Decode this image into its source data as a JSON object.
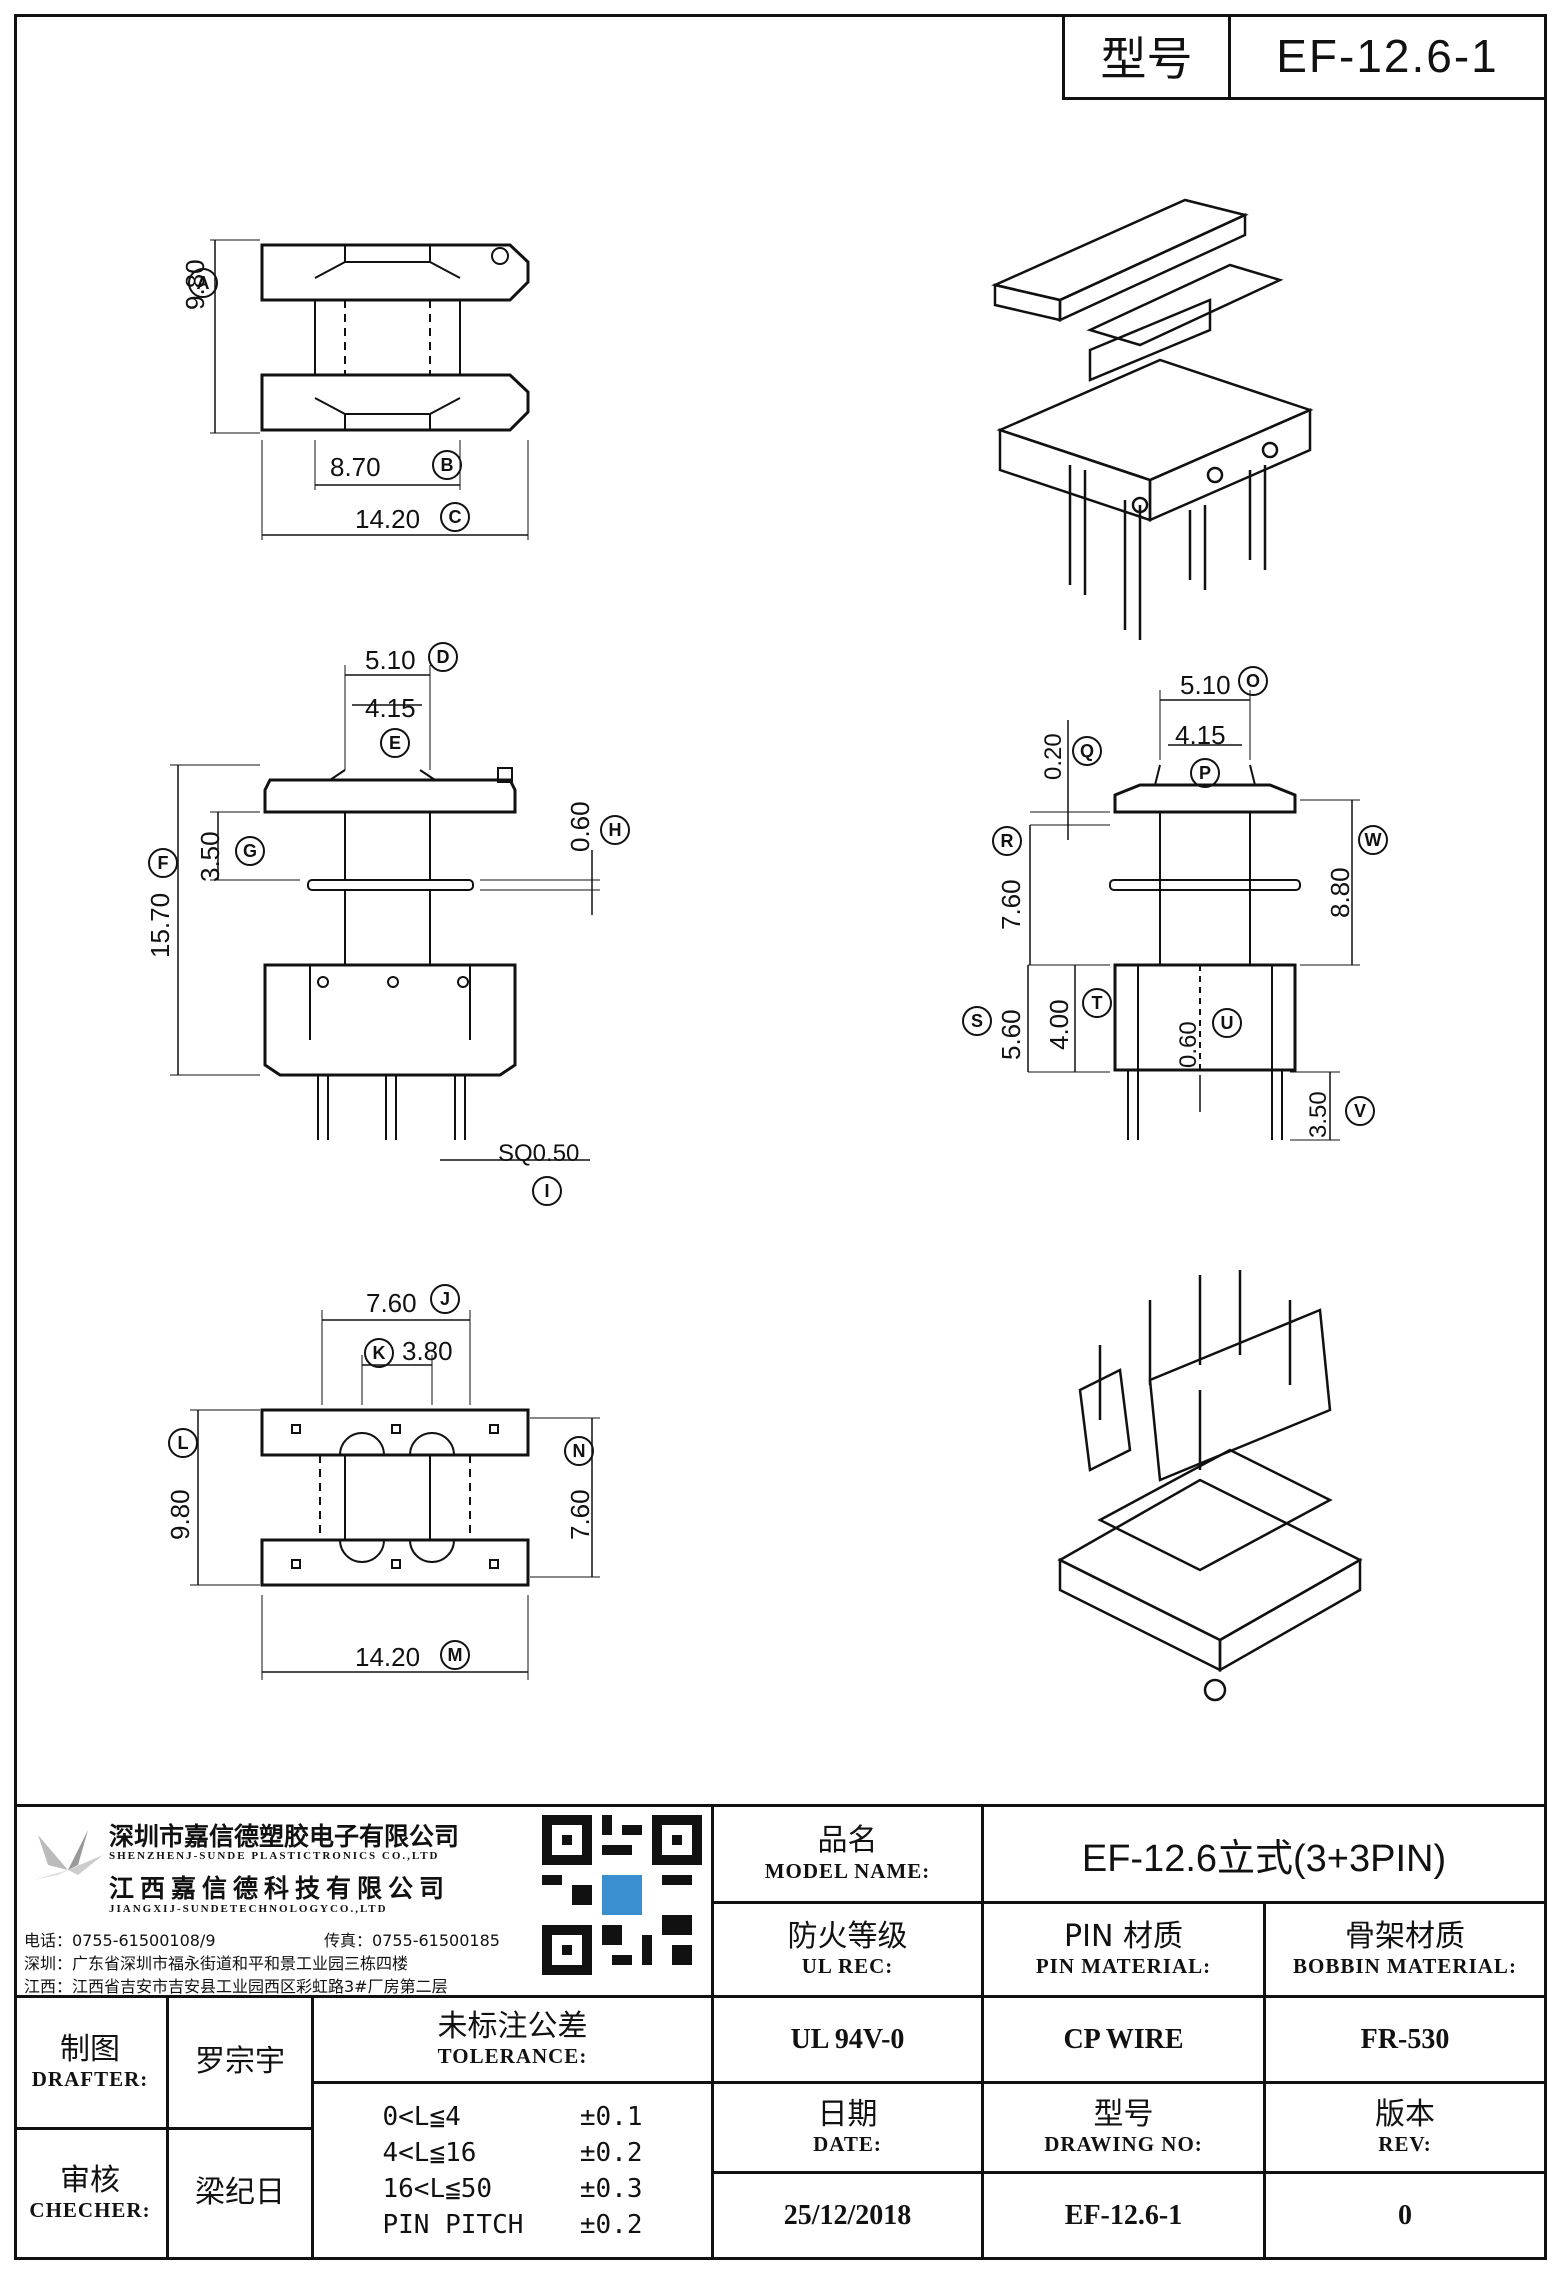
{
  "header": {
    "type_label": "型号",
    "type_value": "EF-12.6-1"
  },
  "dimensions": {
    "top_view": {
      "A": "9.80",
      "B": "8.70",
      "C": "14.20"
    },
    "front_view": {
      "D": "5.10",
      "E": "4.15",
      "F": "15.70",
      "G": "3.50",
      "H": "0.60",
      "I": "SQ0.50"
    },
    "side_view": {
      "O": "5.10",
      "P": "4.15",
      "Q": "0.20",
      "R": "7.60",
      "W": "8.80",
      "S": "5.60",
      "T": "4.00",
      "U": "0.60",
      "V": "3.50"
    },
    "bottom_view": {
      "J": "7.60",
      "K": "3.80",
      "L": "9.80",
      "N": "7.60",
      "M": "14.20"
    }
  },
  "company": {
    "name_cn_1": "深圳市嘉信德塑胶电子有限公司",
    "name_en_1": "SHENZHENJ-SUNDE PLASTICTRONICS CO.,LTD",
    "name_cn_2": "江西嘉信德科技有限公司",
    "name_en_2": "JIANGXIJ-SUNDETECHNOLOGYCO.,LTD",
    "phone": "电话：0755-61500108/9",
    "fax": "传真：0755-61500185",
    "addr_sz": "深圳：广东省深圳市福永街道和平和景工业园三栋四楼",
    "addr_jx": "江西：江西省吉安市吉安县工业园西区彩虹路3#厂房第二层"
  },
  "table": {
    "model_name_cn": "品名",
    "model_name_en": "MODEL NAME:",
    "model_name_value": "EF-12.6立式(3+3PIN)",
    "ul_cn": "防火等级",
    "ul_en": "UL REC:",
    "ul_value": "UL 94V-0",
    "pin_cn": "PIN 材质",
    "pin_en": "PIN MATERIAL:",
    "pin_value": "CP WIRE",
    "bobbin_cn": "骨架材质",
    "bobbin_en": "BOBBIN MATERIAL:",
    "bobbin_value": "FR-530",
    "drafter_cn": "制图",
    "drafter_en": "DRAFTER:",
    "drafter_value": "罗宗宇",
    "checker_cn": "审核",
    "checker_en": "CHECHER:",
    "checker_value": "梁纪日",
    "tolerance_cn": "未标注公差",
    "tolerance_en": "TOLERANCE:",
    "tolerances": [
      {
        "range": "0<L≦4",
        "value": "±0.1"
      },
      {
        "range": "4<L≦16",
        "value": "±0.2"
      },
      {
        "range": "16<L≦50",
        "value": "±0.3"
      },
      {
        "range": "PIN PITCH",
        "value": "±0.2"
      }
    ],
    "date_cn": "日期",
    "date_en": "DATE:",
    "date_value": "25/12/2018",
    "drawing_cn": "型号",
    "drawing_en": "DRAWING NO:",
    "drawing_value": "EF-12.6-1",
    "rev_cn": "版本",
    "rev_en": "REV:",
    "rev_value": "0"
  }
}
